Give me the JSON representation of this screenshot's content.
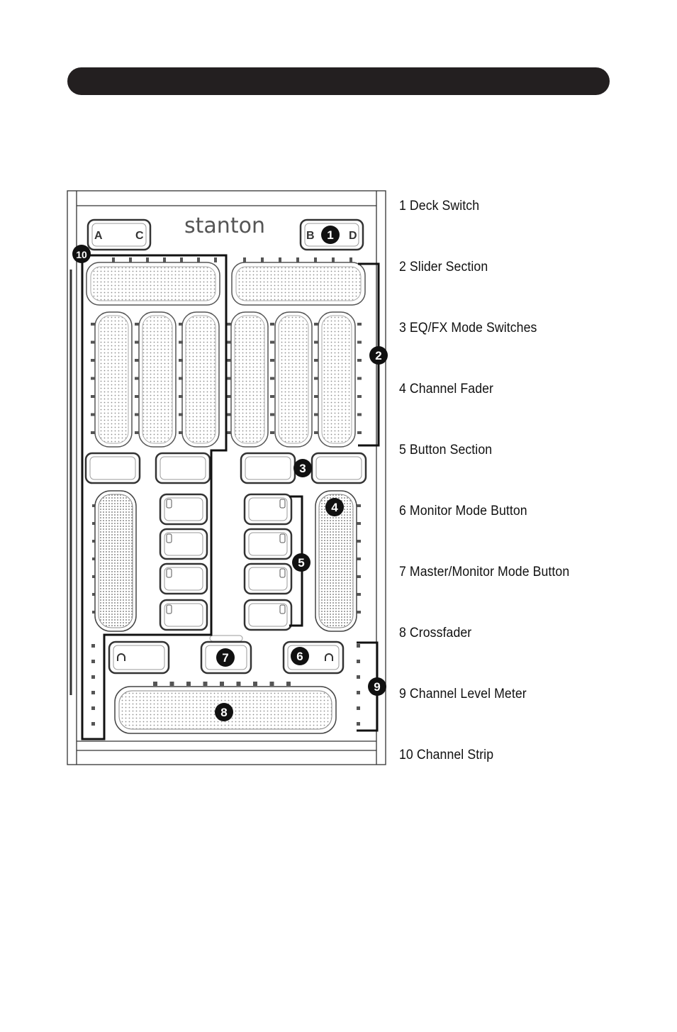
{
  "brand": "stanton",
  "deck_switch": {
    "left_a": "A",
    "left_c": "C",
    "right_b": "B",
    "right_d": "D"
  },
  "callouts": [
    "1",
    "2",
    "3",
    "4",
    "5",
    "6",
    "7",
    "8",
    "9",
    "10"
  ],
  "legend": [
    "1 Deck Switch",
    "2 Slider Section",
    "3 EQ/FX Mode Switches",
    "4 Channel Fader",
    "5 Button Section",
    "6 Monitor Mode Button",
    "7 Master/Monitor Mode Button",
    "8 Crossfader",
    "9 Channel Level Meter",
    "10 Channel Strip"
  ],
  "colors": {
    "ink": "#231f20",
    "panel_line": "#444444",
    "dots": "#9a9a9a"
  }
}
